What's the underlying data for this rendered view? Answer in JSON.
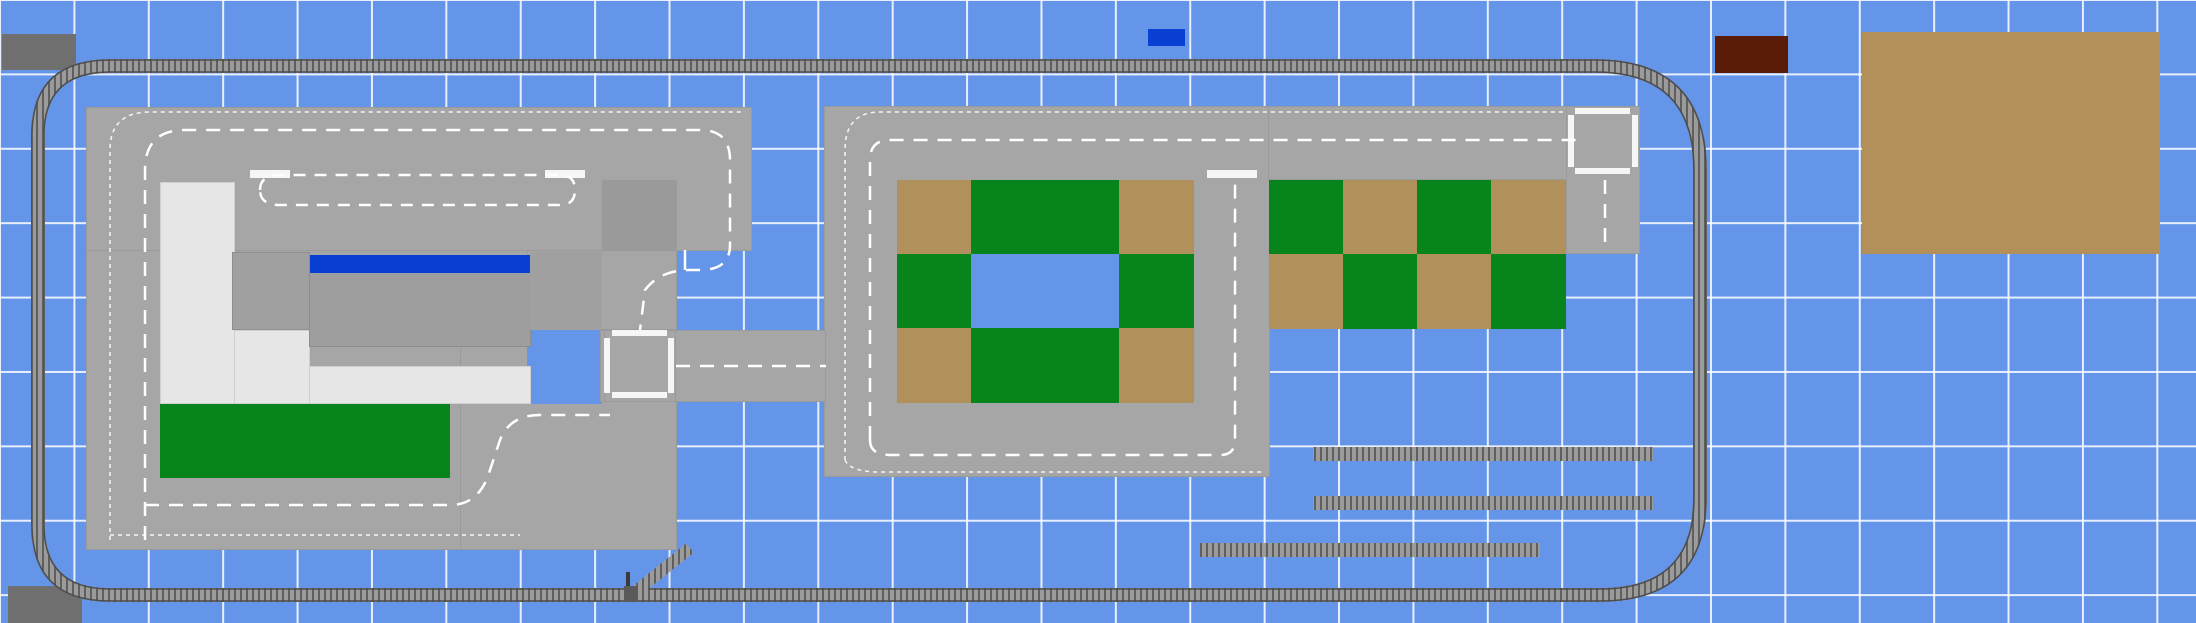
{
  "scene": {
    "type": "train-and-road baseplate layout",
    "colors": {
      "water": "#6495e8",
      "grid": "#ffffff",
      "road": "#a6a6a6",
      "road_marking": "#ffffff",
      "grass": "#07851c",
      "sand": "#b1915b",
      "building": "#e6e6e6",
      "roof_blue": "#0a3fd4",
      "track": "#8c8c8c",
      "brown_block": "#5a1b08",
      "gray_block": "#6f6f6f"
    },
    "pieces": {
      "track_loop": "rail-loop",
      "road_blocks": [
        "left-block",
        "center-block",
        "right-block"
      ],
      "spare_tracks": 3,
      "sand_plates": 12
    }
  }
}
